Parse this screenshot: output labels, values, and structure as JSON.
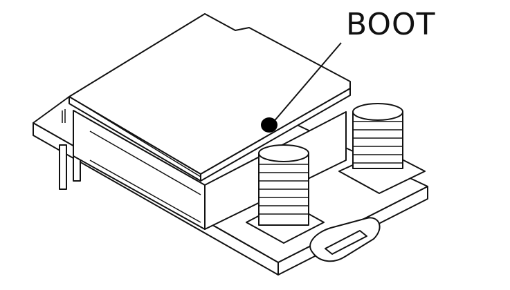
{
  "diagram": {
    "callout": {
      "label": "BOOT"
    },
    "colors": {
      "line": "#111111",
      "fill": "#ffffff",
      "button": "#000000"
    },
    "components": [
      {
        "name": "pcb-board"
      },
      {
        "name": "module-shield-lid"
      },
      {
        "name": "boot-button"
      },
      {
        "name": "standoff-screw-front"
      },
      {
        "name": "standoff-screw-rear"
      },
      {
        "name": "usb-connector"
      },
      {
        "name": "pin-header"
      }
    ]
  }
}
